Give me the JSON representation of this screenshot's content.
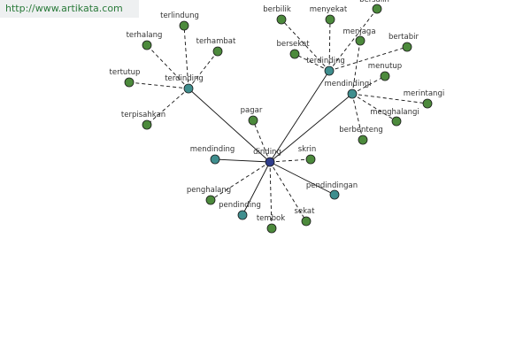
{
  "source_link": "http://www.artikata.com",
  "colors": {
    "center": "#2f3d8c",
    "related": "#3f8e8e",
    "leaf": "#4c8a3c",
    "edge": "#111111"
  },
  "nodes": [
    {
      "id": "dinding",
      "label": "dinding",
      "kind": "center"
    },
    {
      "id": "terdinding_l",
      "label": "terdinding",
      "kind": "related"
    },
    {
      "id": "terdinding_r",
      "label": "terdinding",
      "kind": "related"
    },
    {
      "id": "mendindingi",
      "label": "mendindingi",
      "kind": "related"
    },
    {
      "id": "mendinding",
      "label": "mendinding",
      "kind": "related"
    },
    {
      "id": "pendinding",
      "label": "pendinding",
      "kind": "related"
    },
    {
      "id": "pendindingan",
      "label": "pendindingan",
      "kind": "related"
    },
    {
      "id": "terlindung",
      "label": "terlindung",
      "kind": "leaf"
    },
    {
      "id": "terhalang",
      "label": "terhalang",
      "kind": "leaf"
    },
    {
      "id": "terhambat",
      "label": "terhambat",
      "kind": "leaf"
    },
    {
      "id": "tertutup",
      "label": "tertutup",
      "kind": "leaf"
    },
    {
      "id": "terpisahkan",
      "label": "terpisahkan",
      "kind": "leaf"
    },
    {
      "id": "berbilik",
      "label": "berbilik",
      "kind": "leaf"
    },
    {
      "id": "menyekat",
      "label": "menyekat",
      "kind": "leaf"
    },
    {
      "id": "bersekat",
      "label": "bersekat",
      "kind": "leaf"
    },
    {
      "id": "menjaga",
      "label": "menjaga",
      "kind": "leaf"
    },
    {
      "id": "bertabir",
      "label": "bertabir",
      "kind": "leaf"
    },
    {
      "id": "menutup",
      "label": "menutup",
      "kind": "leaf"
    },
    {
      "id": "merintangi",
      "label": "merintangi",
      "kind": "leaf"
    },
    {
      "id": "menghalangi",
      "label": "menghalangi",
      "kind": "leaf"
    },
    {
      "id": "berbenteng",
      "label": "berbenteng",
      "kind": "leaf"
    },
    {
      "id": "bersalin",
      "label": "bersalin",
      "kind": "leaf"
    },
    {
      "id": "pagar",
      "label": "pagar",
      "kind": "leaf"
    },
    {
      "id": "skrin",
      "label": "skrin",
      "kind": "leaf"
    },
    {
      "id": "penghalang",
      "label": "penghalang",
      "kind": "leaf"
    },
    {
      "id": "tembok",
      "label": "tembok",
      "kind": "leaf"
    },
    {
      "id": "sekat",
      "label": "sekat",
      "kind": "leaf"
    }
  ],
  "edges": [
    {
      "from": "dinding",
      "to": "terdinding_l",
      "style": "solid"
    },
    {
      "from": "dinding",
      "to": "terdinding_r",
      "style": "solid"
    },
    {
      "from": "dinding",
      "to": "mendindingi",
      "style": "solid"
    },
    {
      "from": "dinding",
      "to": "mendinding",
      "style": "solid"
    },
    {
      "from": "dinding",
      "to": "pendinding",
      "style": "solid"
    },
    {
      "from": "dinding",
      "to": "pendindingan",
      "style": "solid"
    },
    {
      "from": "dinding",
      "to": "pagar",
      "style": "dashed"
    },
    {
      "from": "dinding",
      "to": "skrin",
      "style": "dashed"
    },
    {
      "from": "dinding",
      "to": "penghalang",
      "style": "dashed"
    },
    {
      "from": "dinding",
      "to": "tembok",
      "style": "dashed"
    },
    {
      "from": "dinding",
      "to": "sekat",
      "style": "dashed"
    },
    {
      "from": "terdinding_l",
      "to": "terlindung",
      "style": "dashed"
    },
    {
      "from": "terdinding_l",
      "to": "terhalang",
      "style": "dashed"
    },
    {
      "from": "terdinding_l",
      "to": "terhambat",
      "style": "dashed"
    },
    {
      "from": "terdinding_l",
      "to": "tertutup",
      "style": "dashed"
    },
    {
      "from": "terdinding_l",
      "to": "terpisahkan",
      "style": "dashed"
    },
    {
      "from": "terdinding_r",
      "to": "berbilik",
      "style": "dashed"
    },
    {
      "from": "terdinding_r",
      "to": "menyekat",
      "style": "dashed"
    },
    {
      "from": "terdinding_r",
      "to": "bersekat",
      "style": "dashed"
    },
    {
      "from": "terdinding_r",
      "to": "bersalin",
      "style": "dashed"
    },
    {
      "from": "terdinding_r",
      "to": "bertabir",
      "style": "dashed"
    },
    {
      "from": "mendindingi",
      "to": "menjaga",
      "style": "dashed"
    },
    {
      "from": "mendindingi",
      "to": "menutup",
      "style": "dashed"
    },
    {
      "from": "mendindingi",
      "to": "merintangi",
      "style": "dashed"
    },
    {
      "from": "mendindingi",
      "to": "menghalangi",
      "style": "dashed"
    },
    {
      "from": "mendindingi",
      "to": "berbenteng",
      "style": "dashed"
    }
  ]
}
